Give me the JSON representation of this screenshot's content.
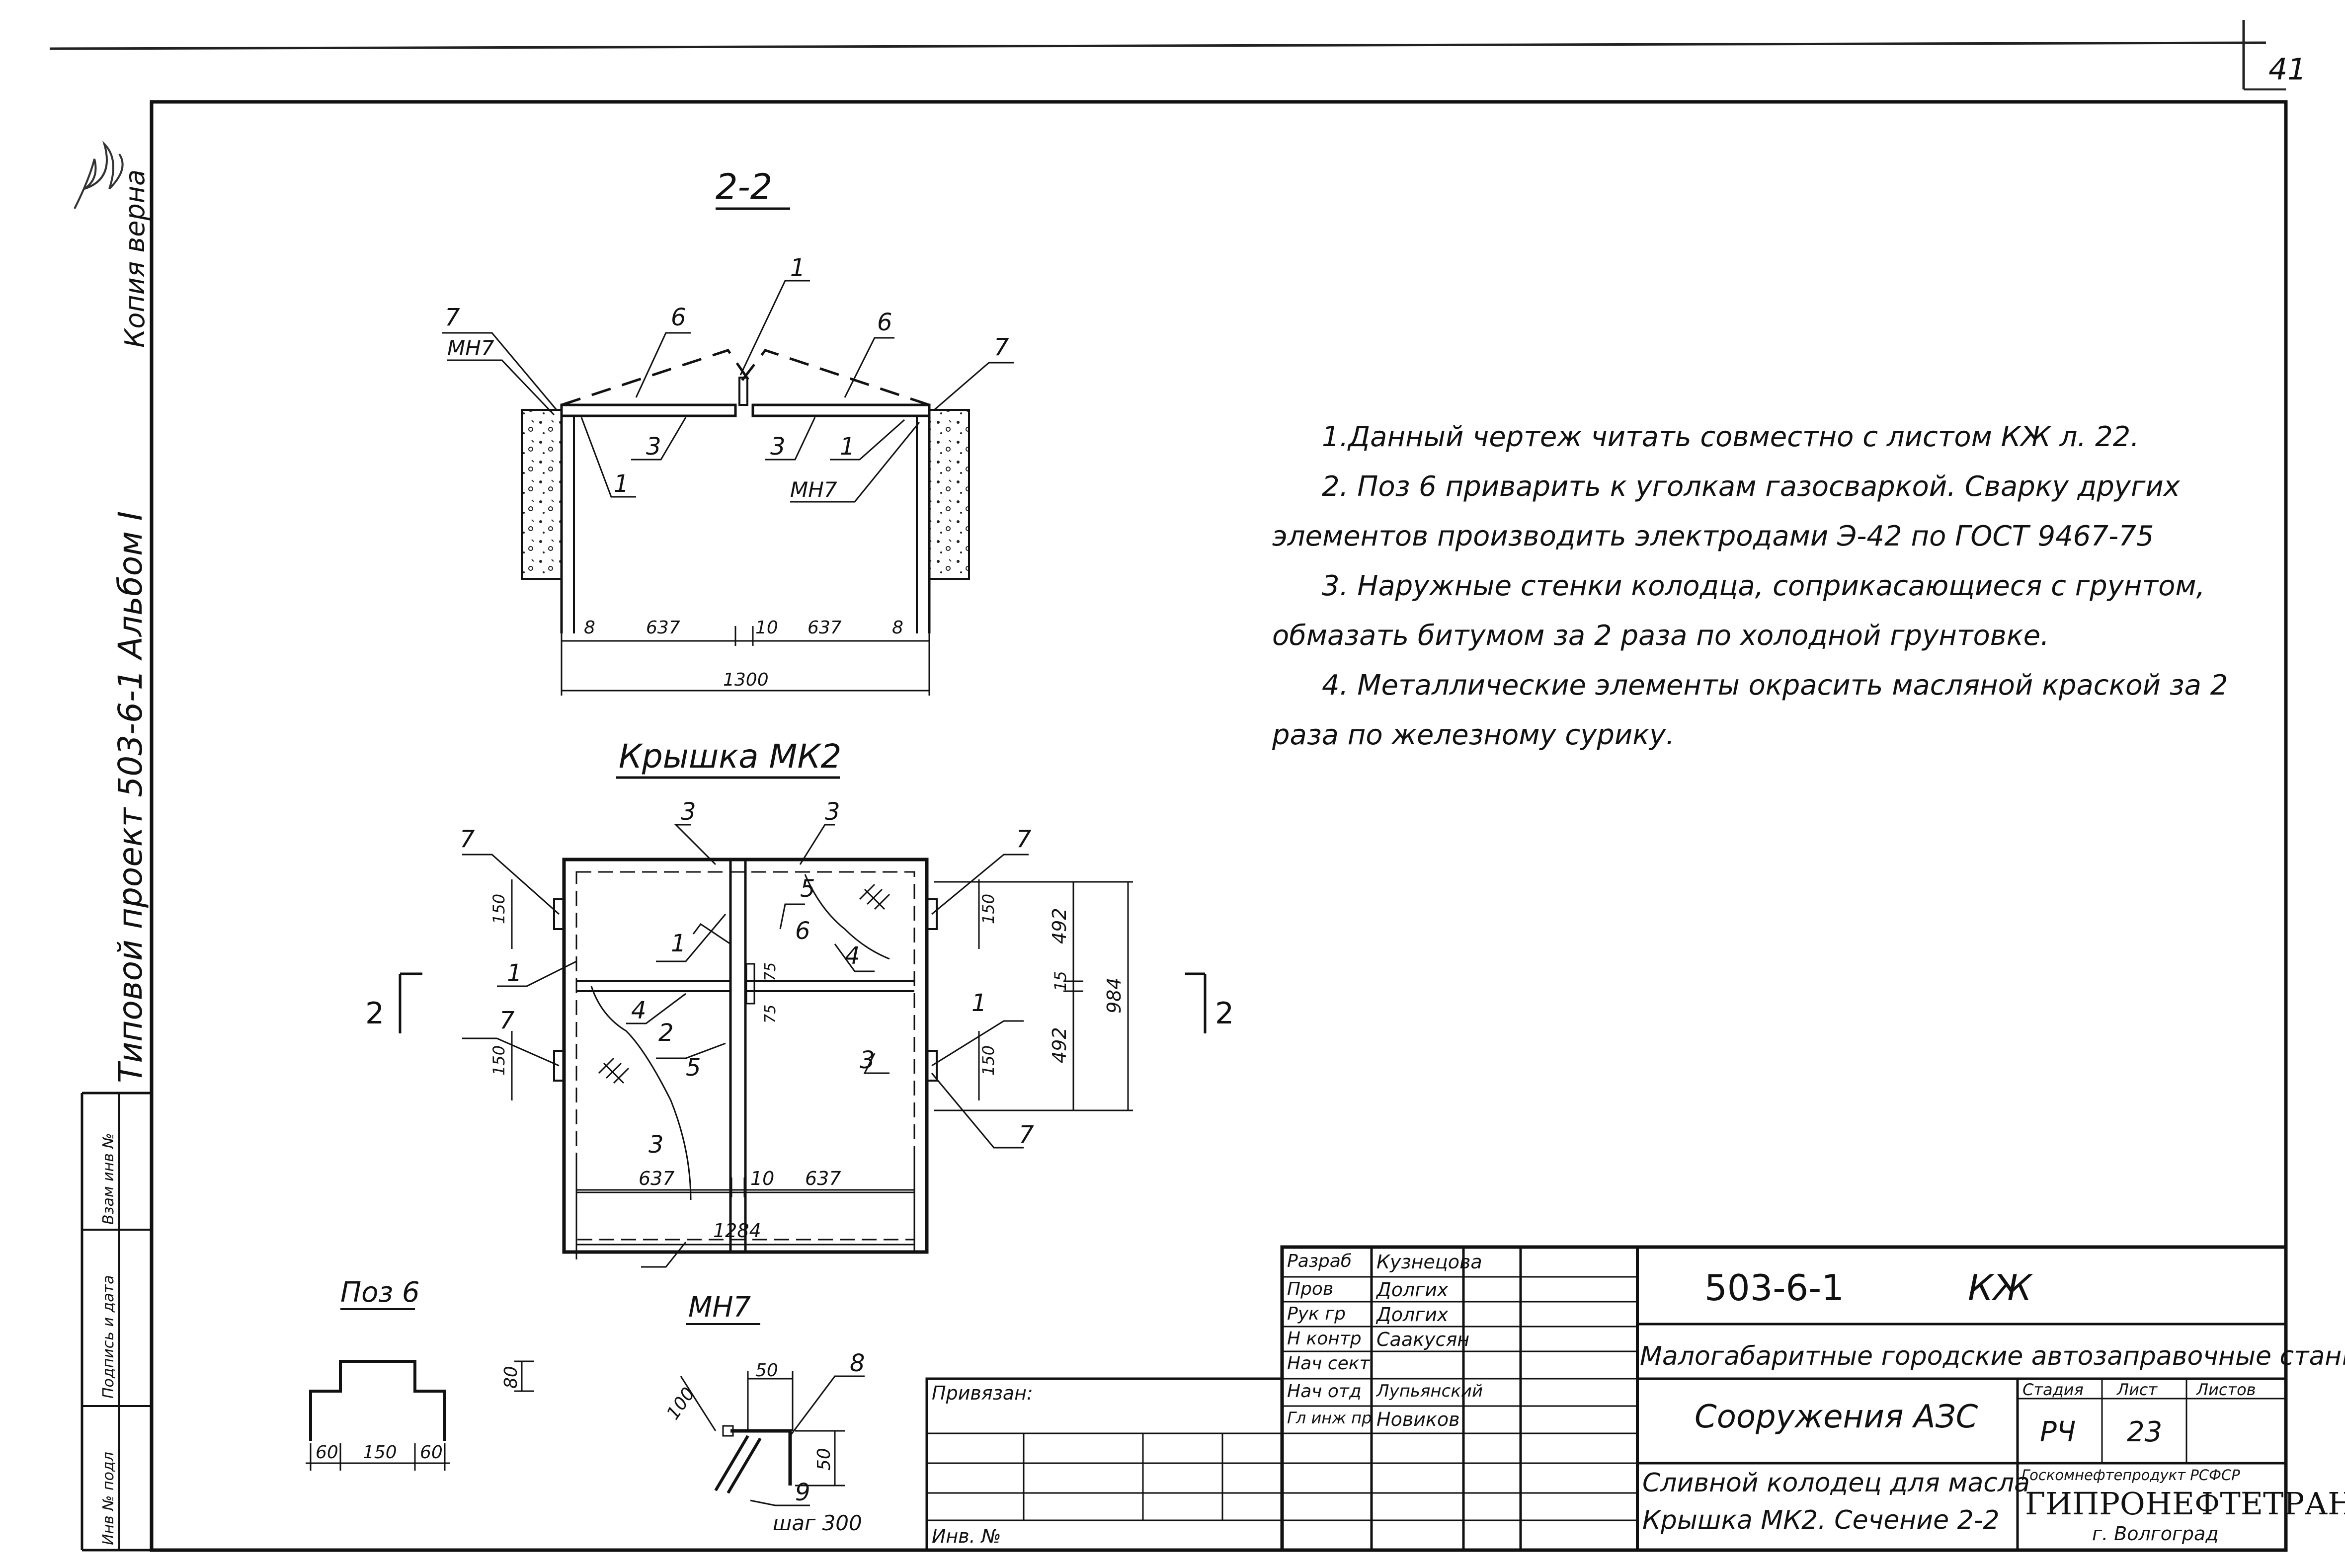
{
  "page_number": "41",
  "margin": {
    "copy_verified": "Копия верна",
    "project": "Типовой проект 503-6-1 Альбом I",
    "stamp_cells": [
      "Взам инв №",
      "Подпись и дата",
      "Инв № подл"
    ]
  },
  "views": {
    "section_title": "2-2",
    "lid_title": "Крышка МК2",
    "pos6_title": "Поз 6",
    "mn7_title": "МН7"
  },
  "section_labels": {
    "pos": [
      "1",
      "3",
      "6",
      "7",
      "МН7"
    ],
    "dims": [
      "8",
      "637",
      "10",
      "637",
      "8",
      "1300"
    ]
  },
  "lid_labels": {
    "pos": [
      "1",
      "2",
      "3",
      "4",
      "5",
      "6",
      "7"
    ],
    "dims_bottom": [
      "637",
      "10",
      "637",
      "1284"
    ],
    "dims_right": [
      "492",
      "15",
      "492",
      "984"
    ],
    "dims_side": [
      "150",
      "150",
      "150",
      "150"
    ],
    "inner": [
      "75",
      "75"
    ],
    "cut_mark": "2"
  },
  "pos6_labels": {
    "dims": [
      "60",
      "150",
      "60",
      "80"
    ]
  },
  "mn7_labels": {
    "dims": [
      "100",
      "50",
      "50"
    ],
    "pos": [
      "8",
      "9"
    ],
    "step": "шаг 300"
  },
  "notes": [
    "1.Данный чертеж читать совместно с листом КЖ л. 22.",
    "2. Поз 6 приварить к уголкам газосваркой. Сварку других элементов производить электродами Э-42 по ГОСТ 9467-75",
    "3. Наружные стенки колодца, соприкасающиеся с грунтом, обмазать битумом за 2 раза по холодной грунтовке.",
    "4. Металлические элементы окрасить масляной краской за 2 раза по железному сурику."
  ],
  "title_block": {
    "roles": [
      "Разраб",
      "Пров",
      "Рук гр",
      "Н контр",
      "Нач сект",
      "Нач отд",
      "Гл инж пр"
    ],
    "names": [
      "Кузнецова",
      "Долгих",
      "Долгих",
      "Саакусян",
      "",
      "Лупьянский",
      "Новиков"
    ],
    "privyazan": "Привязан:",
    "inv_no": "Инв. №",
    "code": "503-6-1",
    "mark": "КЖ",
    "project_title": "Малогабаритные городские автозаправочные станции.",
    "structures": "Сооружения АЗС",
    "stage_header": "Стадия",
    "sheet_header": "Лист",
    "sheets_header": "Листов",
    "stage": "РЧ",
    "sheet": "23",
    "sheets": "",
    "sheet_title_1": "Сливной колодец для масла",
    "sheet_title_2": "Крышка МК2. Сечение 2-2",
    "org_parent": "Госкомнефтепродукт РСФСР",
    "org": "ГИПРОНЕФТЕТРАНС",
    "org_city": "г. Волгоград"
  }
}
